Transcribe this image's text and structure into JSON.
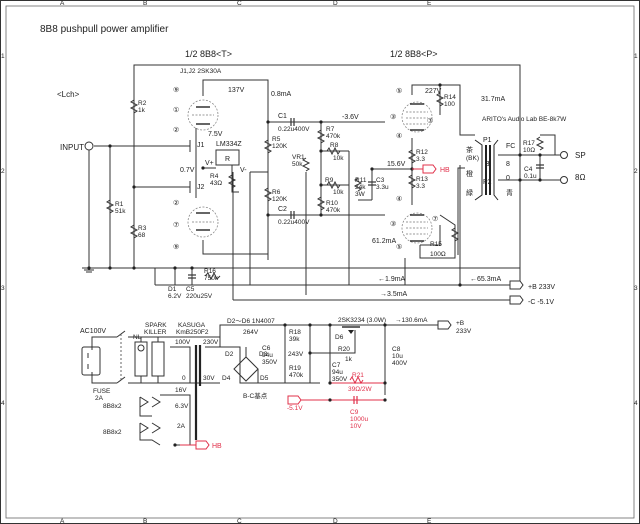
{
  "title": "8B8 pushpull power amplifier",
  "channel": "<Lch>",
  "frame": {
    "columns": [
      "A",
      "B",
      "C",
      "D",
      "E"
    ],
    "rows": [
      "1",
      "2",
      "3",
      "4"
    ]
  },
  "sections": {
    "triode": "1/2 8B8<T>",
    "pentode": "1/2 8B8<P>"
  },
  "labels": {
    "jfet": "J1,J2 2SK30A",
    "input": "INPUT",
    "v_plate_t": "137V",
    "i_t": "0.8mA",
    "v_75": "7.5V",
    "v_07": "0.7V",
    "lm": "LM334Z",
    "vplus": "V+",
    "vminus": "V-",
    "r": "R",
    "j1": "J1",
    "j2": "J2",
    "c1": "C1",
    "c1v": "0.22u400V",
    "c2": "C2",
    "c2v": "0.22u400V",
    "vneg": "-3.6V",
    "v_plate_p": "227V",
    "i_p": "31.7mA",
    "v_156": "15.6V",
    "i_cath": "61.2mA",
    "hb": "HB",
    "opt": "ARITO's Audio Lab BE-8k7W",
    "p1": "P1",
    "p2": "P2",
    "b": "B",
    "tap8": "8",
    "tap0": "0",
    "fc": "FC",
    "brown": "茶",
    "bk": "(BK)",
    "red": "橙",
    "green": "緑",
    "blue": "青",
    "sp": "SP",
    "sp_ohm": "8Ω",
    "i19": "←1.9mA",
    "i653": "←65.3mA",
    "i35": "→3.5mA",
    "bplus": "+B 233V",
    "cminus": "-C -5.1V",
    "pins": {
      "p9": "⑨",
      "p1": "①",
      "p2": "②",
      "p3": "③",
      "p5": "⑤",
      "p4": "④",
      "p7": "⑦"
    }
  },
  "components": {
    "r1": [
      "R1",
      "51k"
    ],
    "r2": [
      "R2",
      "1k"
    ],
    "r3": [
      "R3",
      "68"
    ],
    "r4": [
      "R4",
      "43Ω"
    ],
    "r5": [
      "R5",
      "120K"
    ],
    "r6": [
      "R6",
      "120K"
    ],
    "r7": [
      "R7",
      "470k"
    ],
    "r8": [
      "R8",
      "10k"
    ],
    "r9": [
      "R9",
      "10k"
    ],
    "r10": [
      "R10",
      "470k"
    ],
    "r11": [
      "R11",
      "24k",
      "3W"
    ],
    "r12": [
      "R12",
      "3.3"
    ],
    "r13": [
      "R13",
      "3.3"
    ],
    "r14": [
      "R14",
      "100"
    ],
    "r15": [
      "R15",
      "100Ω"
    ],
    "r16": [
      "R16",
      "750k"
    ],
    "r17": [
      "R17",
      "10Ω"
    ],
    "vr1": [
      "VR1",
      "50k"
    ],
    "c3": [
      "C3",
      "3.3u"
    ],
    "c4": [
      "C4",
      "0.1u"
    ],
    "c5": [
      "C5",
      "220u25V"
    ],
    "d1": [
      "D1",
      "6.2V"
    ]
  },
  "power": {
    "ac": "AC100V",
    "fuse": [
      "FUSE",
      "2A"
    ],
    "nl": "NL",
    "spark": [
      "SPARK",
      "KILLER"
    ],
    "tx": [
      "KASUGA",
      "KmB250F2"
    ],
    "t100": "100V",
    "t0": "0",
    "t230": "230V",
    "t30": "30V",
    "t16": "16V",
    "t63": "6.3V",
    "t2a": "2A",
    "heater1": "8B8x2",
    "heater2": "8B8x2",
    "hb": "HB",
    "diodes": "D2〜D6 1N4007",
    "v264": "264V",
    "d2": "D2",
    "d3": "D3",
    "d4": "D4",
    "d5": "D5",
    "d6": "D6",
    "bc": "B-C基点",
    "c6": [
      "C6",
      "94u",
      "350V"
    ],
    "r18": [
      "R18",
      "39k"
    ],
    "v243": "243V",
    "r19": [
      "R19",
      "470k"
    ],
    "c7": [
      "C7",
      "94u",
      "350V"
    ],
    "mos": "2SK3234 (3.0W)",
    "r20": [
      "R20",
      "1k"
    ],
    "c8": [
      "C8",
      "10u",
      "400V"
    ],
    "i1306": "→130.6mA",
    "bplus": [
      "+B",
      "233V"
    ],
    "vneg": "-5.1V",
    "r21": [
      "R21",
      "39Ω/2W"
    ],
    "c9": [
      "C9",
      "1000u",
      "10V"
    ]
  }
}
